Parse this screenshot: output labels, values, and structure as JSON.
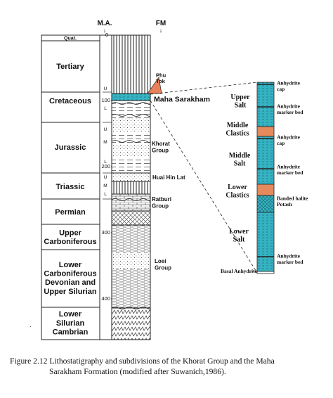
{
  "figure": {
    "header": {
      "ma": "M.A.",
      "fm": "FM"
    },
    "periods": [
      {
        "label": "Quat."
      },
      {
        "label": "Tertiary"
      },
      {
        "label": "Cretaceous"
      },
      {
        "label": "Jurassic"
      },
      {
        "label": "Triassic"
      },
      {
        "label": "Permian"
      },
      {
        "label": "Upper\nCarboniferous"
      },
      {
        "label": "Lower\nCarboniferous\nDevonian and\nUpper Silurian"
      },
      {
        "label": "Lower\nSilurian\nCambrian"
      }
    ],
    "epoch_marks": [
      "U",
      "L",
      "U",
      "M",
      "L",
      "U",
      "M",
      "L"
    ],
    "age_ticks": [
      "0",
      "100",
      "200",
      "300",
      "400"
    ],
    "formations": [
      {
        "label": "Phu\nTok"
      },
      {
        "label": "Maha Sarakham"
      },
      {
        "label": "Khorat\nGroup"
      },
      {
        "label": "Huai Hin Lat"
      },
      {
        "label": "Ratburi\nGroup"
      },
      {
        "label": "Loei\nGroup"
      }
    ],
    "column_colors": {
      "salt": "#36b3c2",
      "clastics": "#e58a5c",
      "phu_tok": "#e8805a"
    },
    "detail_left_labels": [
      {
        "label": "Upper\nSalt"
      },
      {
        "label": "Middle\nClastics"
      },
      {
        "label": "Middle\nSalt"
      },
      {
        "label": "Lower\nClastics"
      },
      {
        "label": "Lower\nSalt"
      }
    ],
    "detail_right_labels": [
      {
        "label": "Anhydrite\ncap"
      },
      {
        "label": "Anhydrite\nmarker bed"
      },
      {
        "label": "Anhydrite\ncap"
      },
      {
        "label": "Anhydrite\nmarker bed"
      },
      {
        "label": "Banded halite\nPotash"
      },
      {
        "label": "Anhydrite\nmarker bed"
      }
    ],
    "basal_label": "Basal Anhydrite",
    "stray_mark": "."
  },
  "caption": {
    "line1": "Figure 2.12 Lithostatigraphy and subdivisions of the Khorat Group and the  Maha",
    "line2": "Sarakham Formation (modified after Suwanich,1986)."
  }
}
